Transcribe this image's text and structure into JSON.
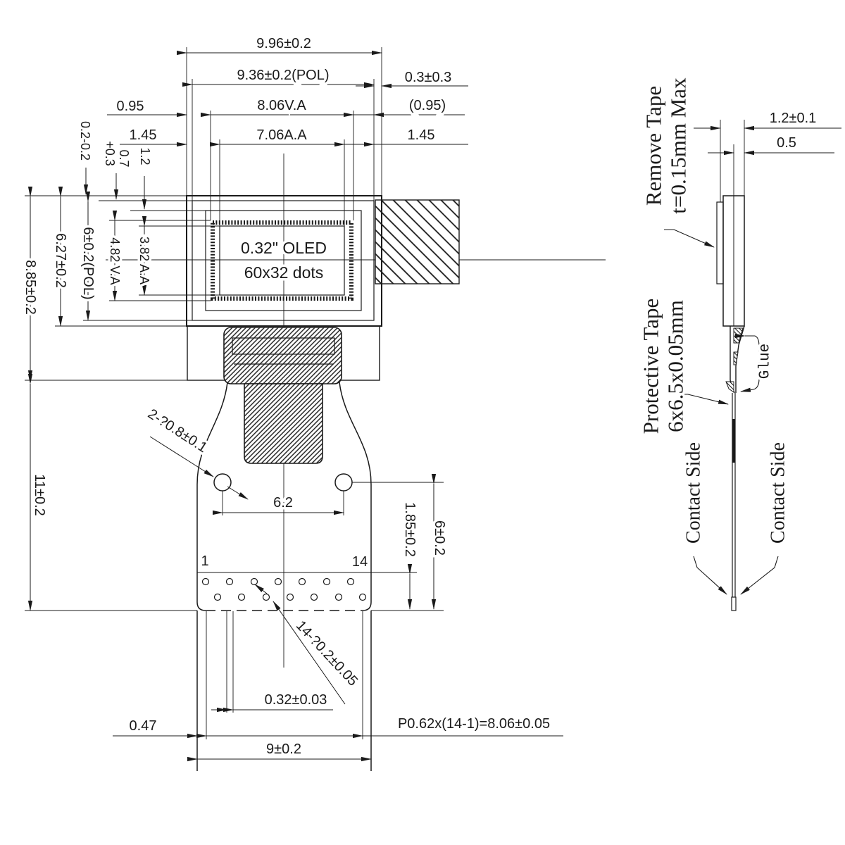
{
  "title": "0.32 inch OLED 60x32 dots module outline drawing",
  "front": {
    "dim_total_width": "9.96±0.2",
    "dim_pol_width": "9.36±0.2(POL)",
    "dim_edge_right": "0.3±0.3",
    "dim_left_095": "0.95",
    "dim_va_width": "8.06V.A",
    "dim_right_095": "(0.95)",
    "dim_left_145": "1.45",
    "dim_aa_width": "7.06A.A",
    "dim_right_145": "1.45",
    "tol_02": "0.2-0.2",
    "tol_03": "+0.3",
    "tol_07": "0.7",
    "tol_12": "1.2",
    "dim_total_height": "8.85±0.2",
    "dim_glass_height": "6.27±0.2",
    "dim_pol_height": "6±0.2(POL)",
    "dim_va_height": "4.82 V.A",
    "dim_aa_height": "3.82 A.A",
    "display_line1": "0.32\" OLED",
    "display_line2": "60x32 dots",
    "dim_tail_height": "11±0.2",
    "dim_holes": "2-?0.8±0.1",
    "dim_hole_span": "6.2",
    "pin_first": "1",
    "pin_last": "14",
    "dim_pad_height": "1.85±0.2",
    "dim_pad_zone": "6±0.2",
    "dim_pads": "14-?0.2±0.05",
    "dim_pad_width": "0.32±0.03",
    "dim_edge_to_pin": "0.47",
    "dim_pitch": "P0.62x(14-1)=8.06±0.05",
    "dim_tail_width": "9±0.2"
  },
  "side": {
    "remove_tape_line1": "Remove Tape",
    "remove_tape_line2": "t=0.15mm Max",
    "dim_thickness": "1.2±0.1",
    "dim_panel_thickness": "0.5",
    "protective_tape_line1": "Protective Tape",
    "protective_tape_line2": "6x6.5x0.05mm",
    "glue_label": "Glue",
    "contact_side_left": "Contact Side",
    "contact_side_right": "Contact Side"
  },
  "colors": {
    "line": "#1a1a1a",
    "background": "#ffffff"
  }
}
